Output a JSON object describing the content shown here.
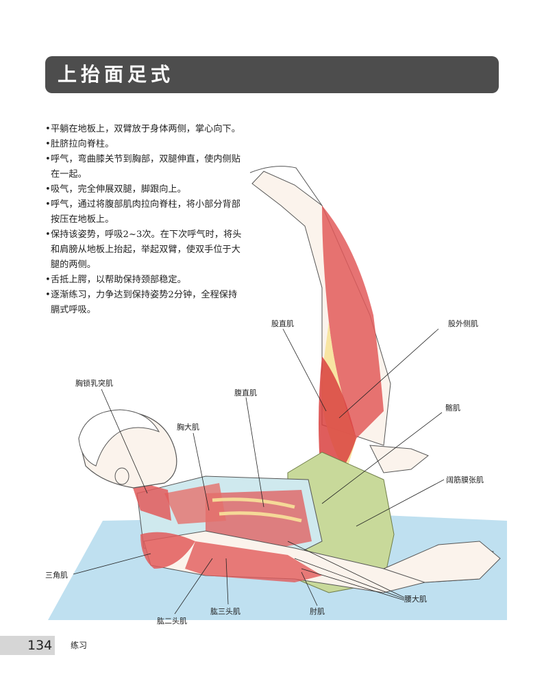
{
  "title": "上抬面足式",
  "steps": [
    "平躺在地板上，双臂放于身体两侧，掌心向下。",
    "肚脐拉向脊柱。",
    "呼气，弯曲膝关节到胸部，双腿伸直，使内侧贴在一起。",
    "吸气，完全伸展双腿，脚跟向上。",
    "呼气，通过将腹部肌肉拉向脊柱，将小部分背部按压在地板上。",
    "保持该姿势，呼吸2~3次。在下次呼气时，将头和肩膀从地板上抬起，举起双臂，使双手位于大腿的两侧。",
    "舌抵上腭，以帮助保持颈部稳定。",
    "逐渐练习，力争达到保持姿势2分钟，全程保持膈式呼吸。"
  ],
  "labels": {
    "rectus_femoris": "股直肌",
    "vastus_lateralis": "股外侧肌",
    "sternocleidomastoid": "胸锁乳突肌",
    "rectus_abdominis": "腹直肌",
    "iliacus": "髂肌",
    "pectoralis_major": "胸大肌",
    "tensor_fasciae_latae": "阔筋膜张肌",
    "deltoid": "三角肌",
    "psoas_major": "腰大肌",
    "triceps": "肱三头肌",
    "anconeus": "肘肌",
    "biceps": "肱二头肌"
  },
  "footer": {
    "page_number": "134",
    "section": "练习"
  },
  "colors": {
    "banner": "#4d4d4d",
    "floor": "#bfe0f0",
    "muscle": "#e25a5a",
    "shorts": "#c8d99a",
    "skin": "#fbf3ec"
  }
}
